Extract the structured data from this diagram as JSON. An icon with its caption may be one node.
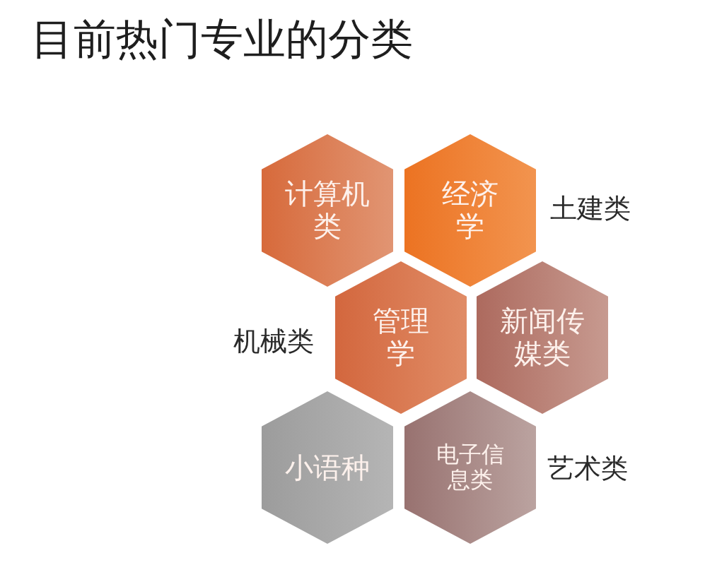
{
  "diagram": {
    "title": "目前热门专业的分类",
    "nodes": [
      {
        "text": [
          "计算机类"
        ]
      },
      {
        "text": [
          "经济学"
        ]
      },
      {
        "text": [
          "管理学"
        ]
      },
      {
        "text": [
          "新闻传媒类"
        ]
      },
      {
        "text": [
          "小语种"
        ]
      },
      {
        "text": [
          "电子信息类"
        ]
      }
    ],
    "labels": [
      "土建类",
      "机械类",
      "艺术类"
    ]
  }
}
